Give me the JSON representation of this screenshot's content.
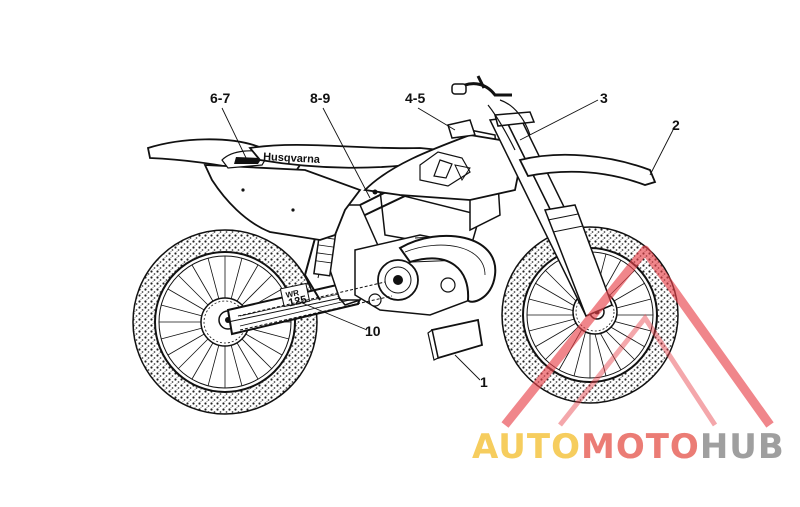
{
  "callouts": [
    {
      "id": "6-7",
      "label": "6-7"
    },
    {
      "id": "8-9",
      "label": "8-9"
    },
    {
      "id": "4-5",
      "label": "4-5"
    },
    {
      "id": "3",
      "label": "3"
    },
    {
      "id": "2",
      "label": "2"
    },
    {
      "id": "10",
      "label": "10"
    },
    {
      "id": "1",
      "label": "1"
    }
  ],
  "decals": {
    "seat_brand": "Husqvarna",
    "swingarm_number": "125",
    "swingarm_small": "WR"
  },
  "watermark": {
    "part1": "AUTO",
    "part2": "MOTO",
    "part3": "HUB",
    "colors": {
      "auto": "#F5C542",
      "moto": "#E8665E",
      "hub": "#8F8F8F",
      "triangle": "#E8424A"
    }
  },
  "colors": {
    "line": "#111111",
    "background": "#FFFFFF"
  }
}
